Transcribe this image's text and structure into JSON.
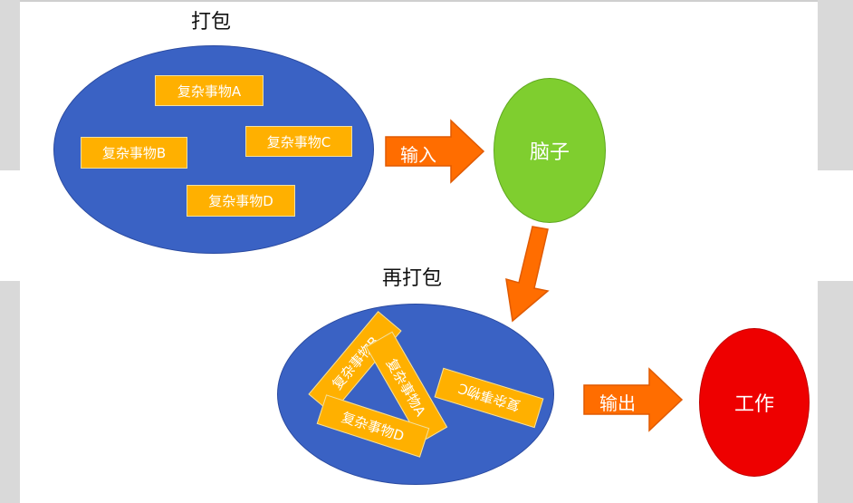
{
  "colors": {
    "pack_ellipse": "#3a62c4",
    "task_box": "#ffb000",
    "brain": "#7fce2f",
    "work": "#ee0000",
    "arrow": "#ff6d00",
    "arrow_edge": "#e05a00"
  },
  "pack": {
    "label": "打包",
    "items": [
      "复杂事物A",
      "复杂事物B",
      "复杂事物C",
      "复杂事物D"
    ]
  },
  "input_arrow": {
    "label": "输入"
  },
  "brain": {
    "label": "脑子"
  },
  "repack": {
    "label": "再打包",
    "items": [
      "复杂事物B",
      "复杂事物A",
      "复杂事物C",
      "复杂事物D"
    ]
  },
  "output_arrow": {
    "label": "输出"
  },
  "work": {
    "label": "工作"
  }
}
